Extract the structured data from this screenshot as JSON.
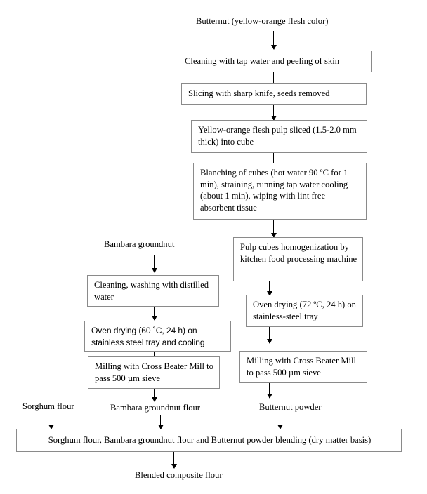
{
  "diagram": {
    "title": "Composite flour production flowchart",
    "line_color": "#000000",
    "box_border_color": "#8a8a8a",
    "background": "#ffffff"
  },
  "labels": {
    "start_butternut": "Butternut (yellow-orange flesh color)",
    "bambara_groundnut": "Bambara groundnut",
    "sorghum_flour": "Sorghum flour",
    "bambara_groundnut_flour": "Bambara groundnut flour",
    "butternut_powder": "Butternut powder",
    "blended_composite_flour": "Blended composite flour"
  },
  "nodes": {
    "cleaning_peeling": "Cleaning with tap water and peeling of skin",
    "slicing": "Slicing with sharp knife, seeds removed",
    "pulp_sliced": "Yellow-orange flesh pulp sliced (1.5-2.0 mm thick) into cube",
    "blanching": "Blanching of cubes (hot water 90 ºC for 1 min), straining, running tap water cooling (about 1 min), wiping with lint free absorbent tissue",
    "homogenization": "Pulp cubes homogenization by kitchen food processing machine",
    "oven_drying_butternut": "Oven drying (72 ºC, 24 h) on stainless-steel tray",
    "milling_butternut": "Milling with Cross Beater Mill to pass 500 µm sieve",
    "cleaning_washing_bambara": "Cleaning, washing with distilled water",
    "oven_drying_bambara": "Oven drying (60 ˚C, 24 h) on stainless steel tray and cooling",
    "milling_bambara": "Milling with Cross Beater Mill to pass 500 µm sieve",
    "blending": "Sorghum flour, Bambara groundnut flour and Butternut powder blending (dry matter basis)"
  }
}
